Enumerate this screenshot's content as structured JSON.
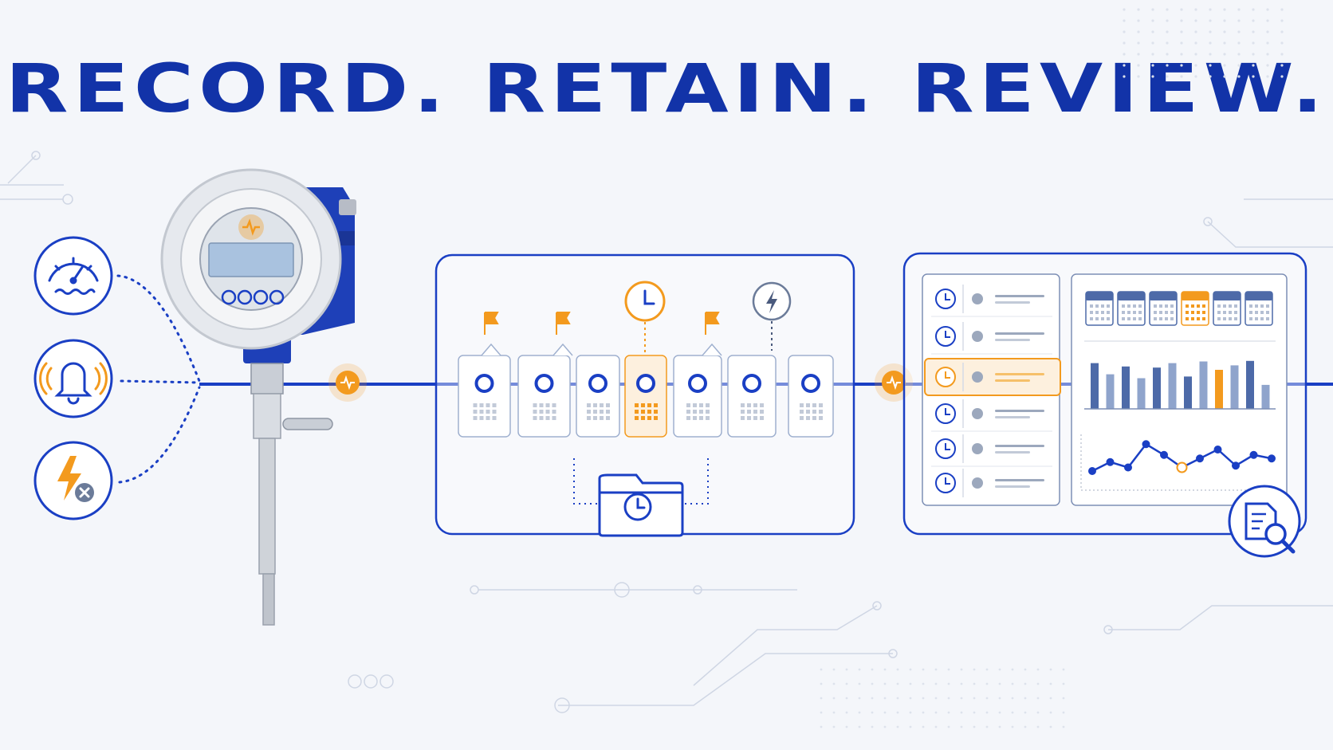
{
  "headline": "RECORD. RETAIN. REVIEW.",
  "colors": {
    "primary_blue": "#1a3fc4",
    "title_blue": "#1233a8",
    "accent_orange": "#f39a1e",
    "slate": "#7d8fb5",
    "background": "#f4f6fa"
  },
  "inputs": [
    {
      "icon": "pressure-gauge-icon"
    },
    {
      "icon": "alarm-bell-icon"
    },
    {
      "icon": "power-failure-icon"
    }
  ],
  "device": {
    "icon": "flow-meter-device",
    "status_icon": "pulse-icon"
  },
  "timeline": {
    "markers": [
      "flag",
      "flag",
      "clock",
      "flag",
      "lightning"
    ],
    "highlighted_event": 3,
    "archive_icon": "folder-clock-icon"
  },
  "review": {
    "log_rows": 6,
    "highlighted_row": 2,
    "calendar_count": 6,
    "highlighted_calendar": 3,
    "bar_values": [
      0.82,
      0.62,
      0.76,
      0.55,
      0.74,
      0.82,
      0.58,
      0.85,
      0.7,
      0.78,
      0.86,
      0.43
    ],
    "highlighted_bar": 8,
    "line_values": [
      0.2,
      0.45,
      0.3,
      0.95,
      0.65,
      0.3,
      0.55,
      0.8,
      0.35,
      0.65,
      0.55
    ],
    "highlighted_point": 5,
    "search_icon": "document-search-icon"
  }
}
